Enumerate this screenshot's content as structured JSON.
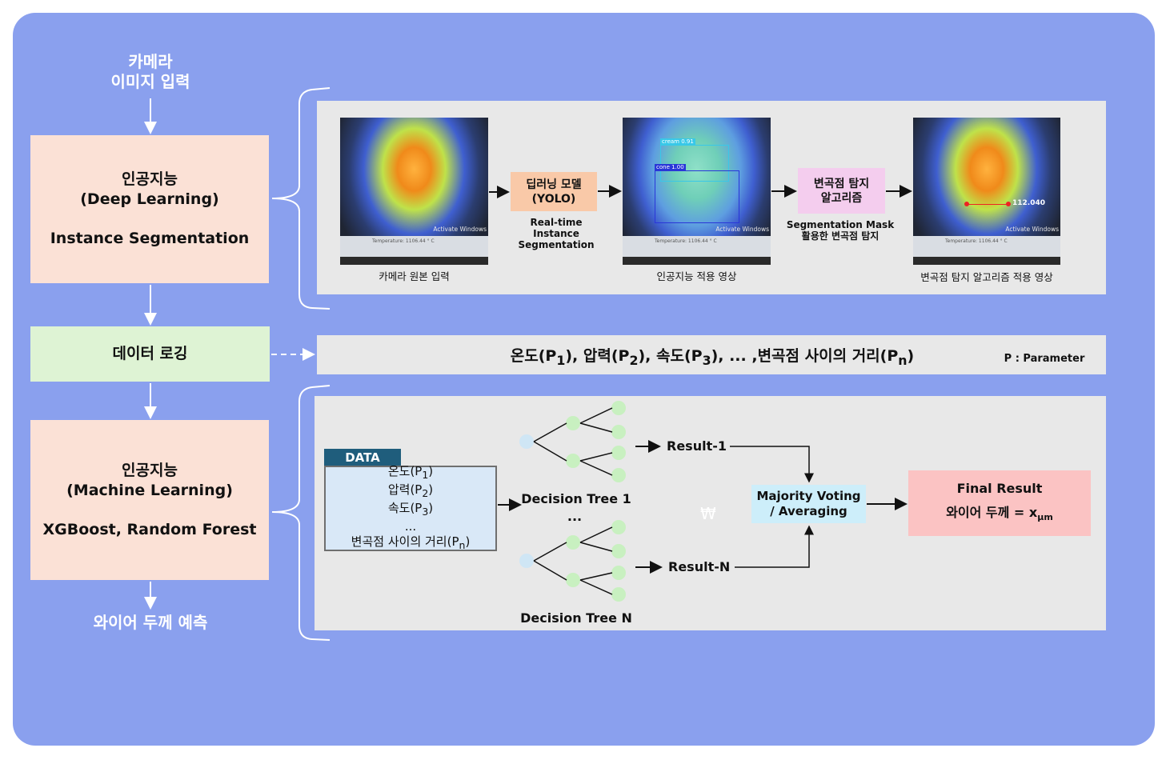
{
  "left_column": {
    "input_label": [
      "카메라",
      "이미지 입력"
    ],
    "dl_box": {
      "line1": "인공지능",
      "line2": "(Deep Learning)",
      "line3": "Instance Segmentation"
    },
    "logging_box": "데이터 로깅",
    "ml_box": {
      "line1": "인공지능",
      "line2": "(Machine Learning)",
      "line3": "XGBoost, Random Forest"
    },
    "output_label": "와이어 두께 예측"
  },
  "pipeline": {
    "image1_caption": "카메라 원본 입력",
    "model_box": [
      "딥러닝 모델",
      "(YOLO)"
    ],
    "model_caption": [
      "Real-time",
      "Instance Segmentation"
    ],
    "image2_caption": "인공지능 적용 영상",
    "algo_box": [
      "변곡점 탐지",
      "알고리즘"
    ],
    "algo_caption": [
      "Segmentation Mask",
      "활용한 변곡점 탐지"
    ],
    "image3_caption": "변곡점 탐지 알고리즘 적용 영상",
    "image_overlays": {
      "activate": "Activate Windows",
      "temperature": "Temperature: 1106.44 ° C",
      "tag_cream": "cream 0.91",
      "tag_cone": "cone 1.00",
      "measure": "112.040"
    }
  },
  "parameters": {
    "text": "온도(P1), 압력(P2), 속도(P3), ... ,변곡점 사이의 거리(Pn)",
    "legend": "P : Parameter"
  },
  "ml_panel": {
    "data_tab": "DATA",
    "data_items": [
      "온도(P1)",
      "압력(P2)",
      "속도(P3)",
      "...",
      "변곡점 사이의 거리(Pn)"
    ],
    "tree1_label": "Decision Tree 1",
    "ellipsis": "...",
    "treeN_label": "Decision Tree N",
    "result1": "Result-1",
    "resultN": "Result-N",
    "stray_symbol": "₩",
    "voting_box": [
      "Majority Voting",
      "/ Averaging"
    ],
    "final_box": {
      "title": "Final Result",
      "value": "와이어 두께 = xμm"
    }
  }
}
